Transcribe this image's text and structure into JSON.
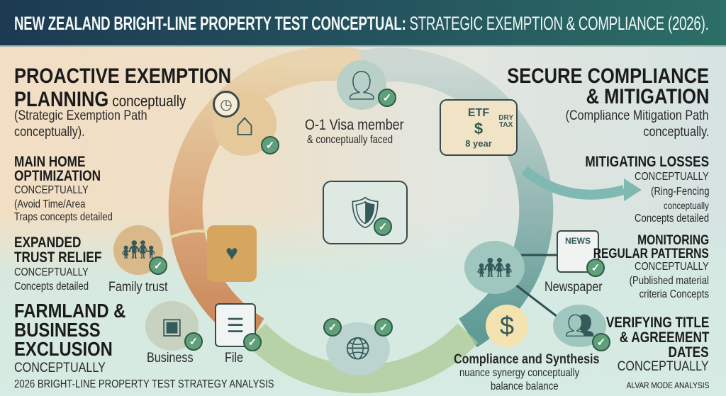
{
  "header": {
    "title_bold": "NEW ZEALAND BRIGHT-LINE PROPERTY TEST CONCEPTUAL:",
    "title_rest": " STRATEGIC EXEMPTION & COMPLIANCE (2026)."
  },
  "left": {
    "heading_1": "PROACTIVE EXEMPTION",
    "heading_2": "PLANNING",
    "heading_2_suffix": " conceptually",
    "sub_1": "(Strategic Exemption Path",
    "sub_2": "conceptually).",
    "main_home": {
      "title_1": "MAIN HOME",
      "title_2": "OPTIMIZATION",
      "l1": "CONCEPTUALLY",
      "l2": "(Avoid Time/Area",
      "l3": "Traps concepts detailed"
    },
    "trust": {
      "title_1": "EXPANDED",
      "title_2": "TRUST RELIEF",
      "l1": "CONCEPTUALLY",
      "l2": "Concepts detailed"
    },
    "farmland": {
      "title_1": "FARMLAND &",
      "title_2": "BUSINESS",
      "title_3": "EXCLUSION",
      "l1": "CONCEPTUALLY"
    },
    "footer": "2026 BRIGHT-LINE PROPERTY TEST STRATEGY ANALYSIS"
  },
  "right": {
    "heading_1": "SECURE COMPLIANCE",
    "heading_2": "& MITIGATION",
    "sub_1": "(Compliance Mitigation Path",
    "sub_2": "conceptually.",
    "losses": {
      "title": "MITIGATING LOSSES",
      "l1": "CONCEPTUALLY",
      "l2": "(Ring-Fencing",
      "l3": "conceptually",
      "l4": "Concepts detailed"
    },
    "monitoring": {
      "title_1": "MONITORING",
      "title_2": "REGULAR PATTERNS",
      "l1": "CONCEPTUALLY",
      "l2": "(Published material",
      "l3": "criteria Concepts"
    },
    "verifying": {
      "title_1": "VERIFYING TITLE",
      "title_2": "& AGREEMENT",
      "title_3": "DATES",
      "l1": "CONCEPTUALLY"
    },
    "footer": "ALVAR MODE ANALYSIS"
  },
  "center": {
    "visa_1": "O-1 Visa member",
    "visa_2": "& conceptually faced",
    "etf": "ETF",
    "years": "8",
    "year_label": "year",
    "dry_tax_1": "DRY",
    "dry_tax_2": "TAX",
    "family_trust": "Family trust",
    "business": "Business",
    "file": "File",
    "newspaper": "Newspaper",
    "news": "NEWS",
    "synthesis_1": "Compliance and Synthesis",
    "synthesis_2": "nuance synergy conceptually",
    "synthesis_3": "balance balance"
  },
  "colors": {
    "header": "#1c3a52",
    "ring_warm": "#d89a5a",
    "ring_cool": "#5e9a96",
    "check": "#5fa07a"
  }
}
